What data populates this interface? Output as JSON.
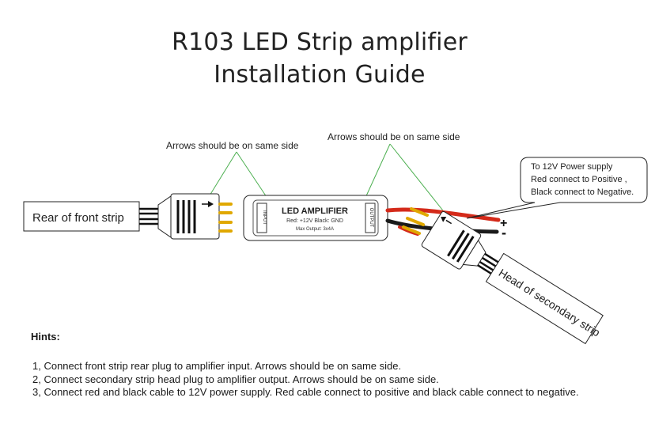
{
  "title": {
    "line1": "R103 LED Strip amplifier",
    "line2": "Installation Guide"
  },
  "labels": {
    "arrows_left": "Arrows should be on same side",
    "arrows_right": "Arrows should be on same side",
    "front_strip": "Rear of front strip",
    "secondary_strip": "Head of secondary strip",
    "amp_name": "LED AMPLIFIER",
    "amp_spec1": "Red: +12V   Black: GND",
    "amp_spec2": "Max Output: 3x4A",
    "amp_input": "INPUT",
    "amp_output": "OUTPUT",
    "plus": "+",
    "minus": "-"
  },
  "callout": {
    "line1": "To 12V Power supply",
    "line2": "Red connect to Positive ,",
    "line3": "Black connect to Negative."
  },
  "hints": {
    "title": "Hints:",
    "items": [
      "1, Connect front strip rear plug to amplifier input. Arrows should be on same side.",
      "2, Connect secondary strip head plug to amplifier output. Arrows should be on same side.",
      "3, Connect red and black cable to 12V power supply. Red cable connect to positive and black cable connect to negative."
    ]
  },
  "colors": {
    "wire_red": "#d42a1a",
    "wire_black": "#1a1a1a",
    "pin_gold": "#e0a800",
    "leader_green": "#4caf50"
  }
}
